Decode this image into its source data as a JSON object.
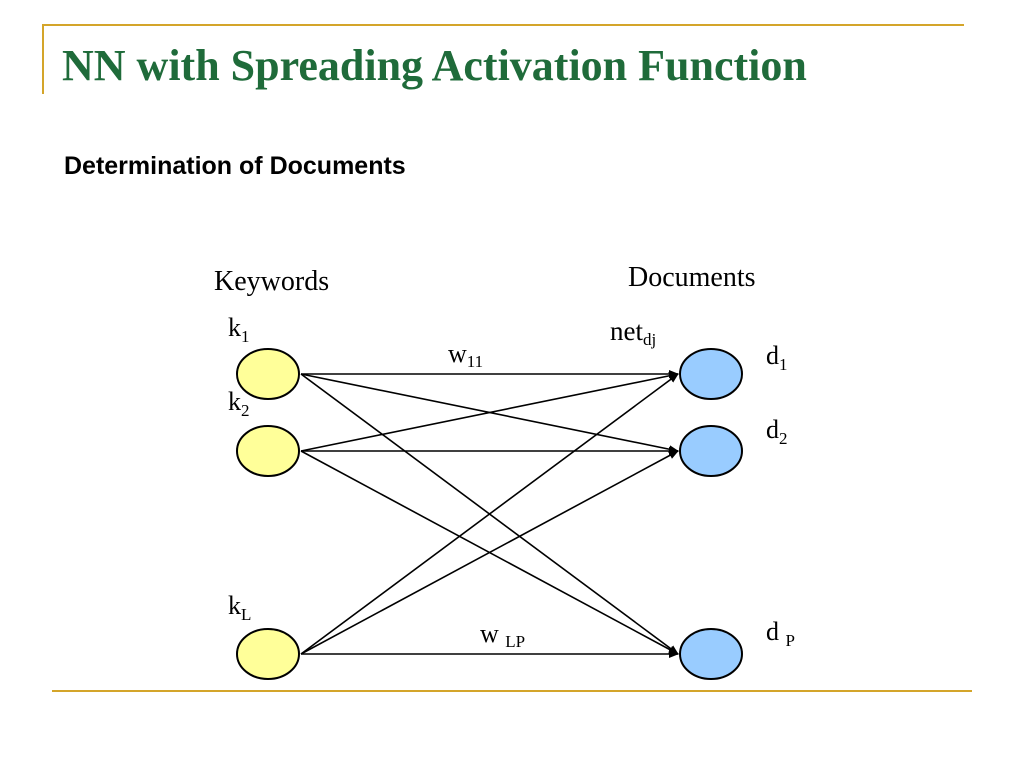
{
  "slide": {
    "title": "NN with Spreading Activation Function",
    "subtitle": "Determination of Documents"
  },
  "diagram": {
    "left_header": "Keywords",
    "right_header": "Documents",
    "keyword_nodes": [
      {
        "base": "k",
        "sub": "1"
      },
      {
        "base": "k",
        "sub": "2"
      },
      {
        "base": "k",
        "sub": "L"
      }
    ],
    "document_nodes": [
      {
        "base": "d",
        "sub": "1"
      },
      {
        "base": "d",
        "sub": "2"
      },
      {
        "base": "d ",
        "sub": "P"
      }
    ],
    "net_label": {
      "base": "net",
      "sub": "dj"
    },
    "weight_top": {
      "base": "w",
      "sub": "11"
    },
    "weight_bottom": {
      "base": "w ",
      "sub": "LP"
    },
    "colors": {
      "keyword_fill": "#ffff99",
      "document_fill": "#99ccff",
      "title": "#1f6b3a",
      "rule": "#d4a52a"
    }
  }
}
